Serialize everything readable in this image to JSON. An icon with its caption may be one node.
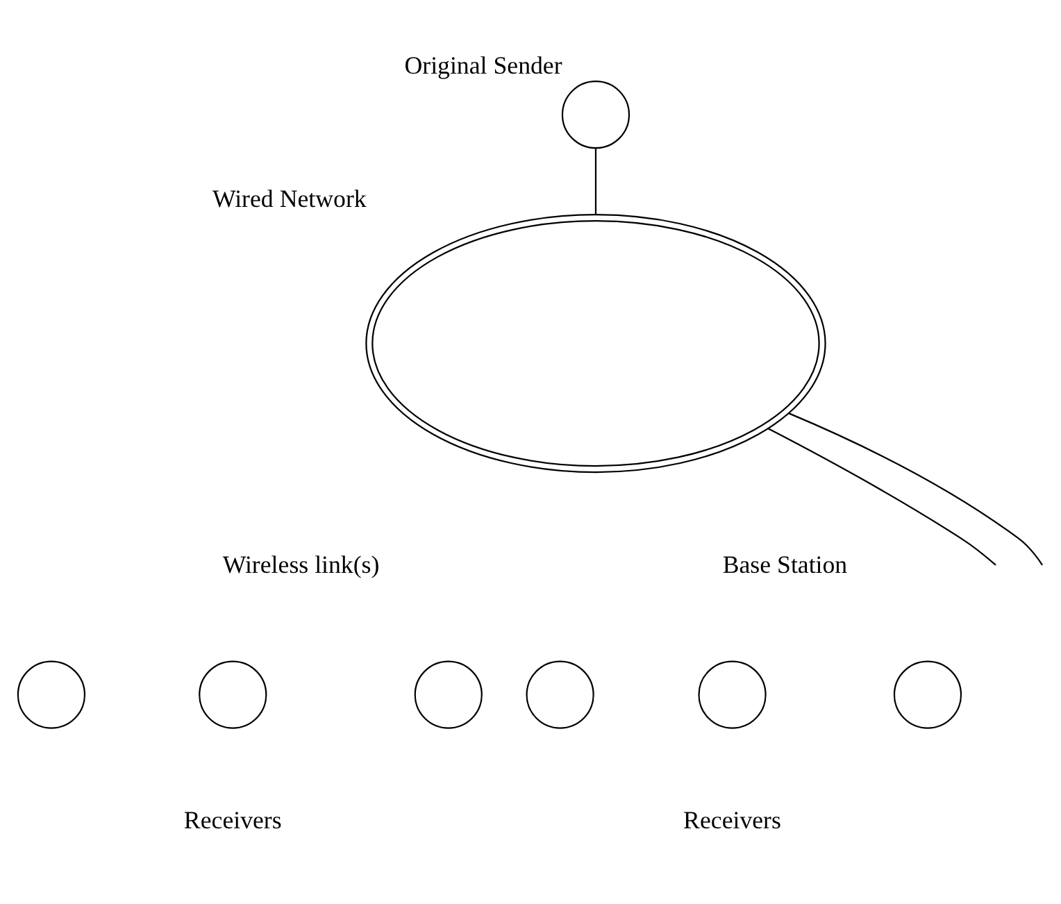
{
  "diagram": {
    "nodes": [
      {
        "text": [],
        "shape": "circle",
        "beside": [
          "Original Sender"
        ]
      },
      {
        "text": [],
        "shape": "cloud",
        "beside": [
          "Wired Network"
        ]
      },
      {
        "text": [],
        "shape": "circle"
      },
      {
        "text": [],
        "shape": "circle"
      },
      {
        "text": [],
        "shape": "circle"
      },
      {
        "text": [],
        "shape": "circle"
      },
      {
        "text": [],
        "shape": "circle"
      },
      {
        "text": [],
        "shape": "circle"
      }
    ],
    "edges": [
      {
        "from": 0,
        "to": 1,
        "arrow": "none"
      },
      {
        "from": 1,
        "to": null,
        "arrow": "none"
      },
      {
        "from": 1,
        "to": null,
        "arrow": "none"
      }
    ],
    "labels": [
      "Base Station",
      "Wireless link(s)",
      "Receivers",
      "Receivers"
    ]
  }
}
